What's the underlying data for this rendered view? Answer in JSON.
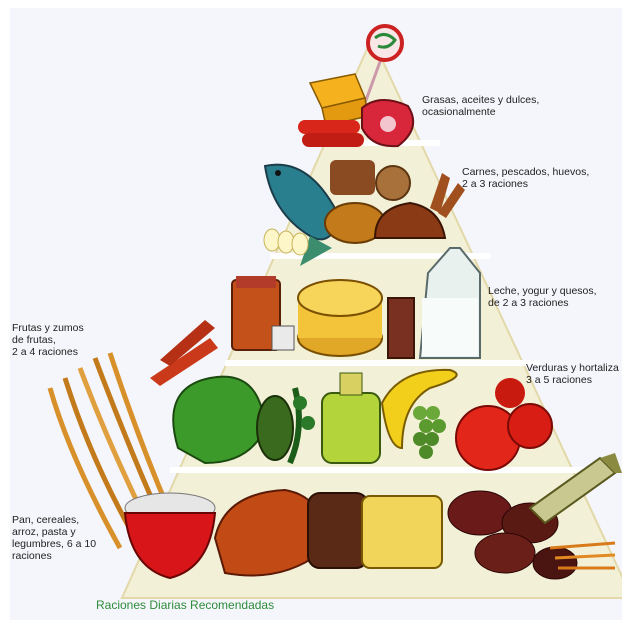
{
  "labels": {
    "fats": "Grasas, aceites y dulces,\nocasionalmente",
    "meats": "Carnes, pescados, huevos,\n2 a 3 raciones",
    "dairy": "Leche, yogur y quesos,\nde 2 a 3 raciones",
    "vegetables": "Verduras y hortaliza\n3 a 5 raciones",
    "fruits": "Frutas y zumos\nde frutas,\n2 a 4 raciones",
    "grains": "Pan, cereales,\narroz, pasta y\nlegumbres, 6 a 10\nraciones"
  },
  "footer": "Raciones Diarias Recomendadas",
  "colors": {
    "pyramid_fill": "#f3f0d8",
    "pyramid_edge": "#ffffff",
    "footer_text": "#2e8b3a"
  },
  "icons": [
    "lollipop-icon",
    "fish-icon",
    "rabbit-icon",
    "cheese-icon",
    "milk-bottle-icon",
    "banana-icon",
    "grapes-icon",
    "tomato-icon",
    "bread-icon",
    "rice-bowl-icon",
    "wheat-icon",
    "leek-icon"
  ]
}
